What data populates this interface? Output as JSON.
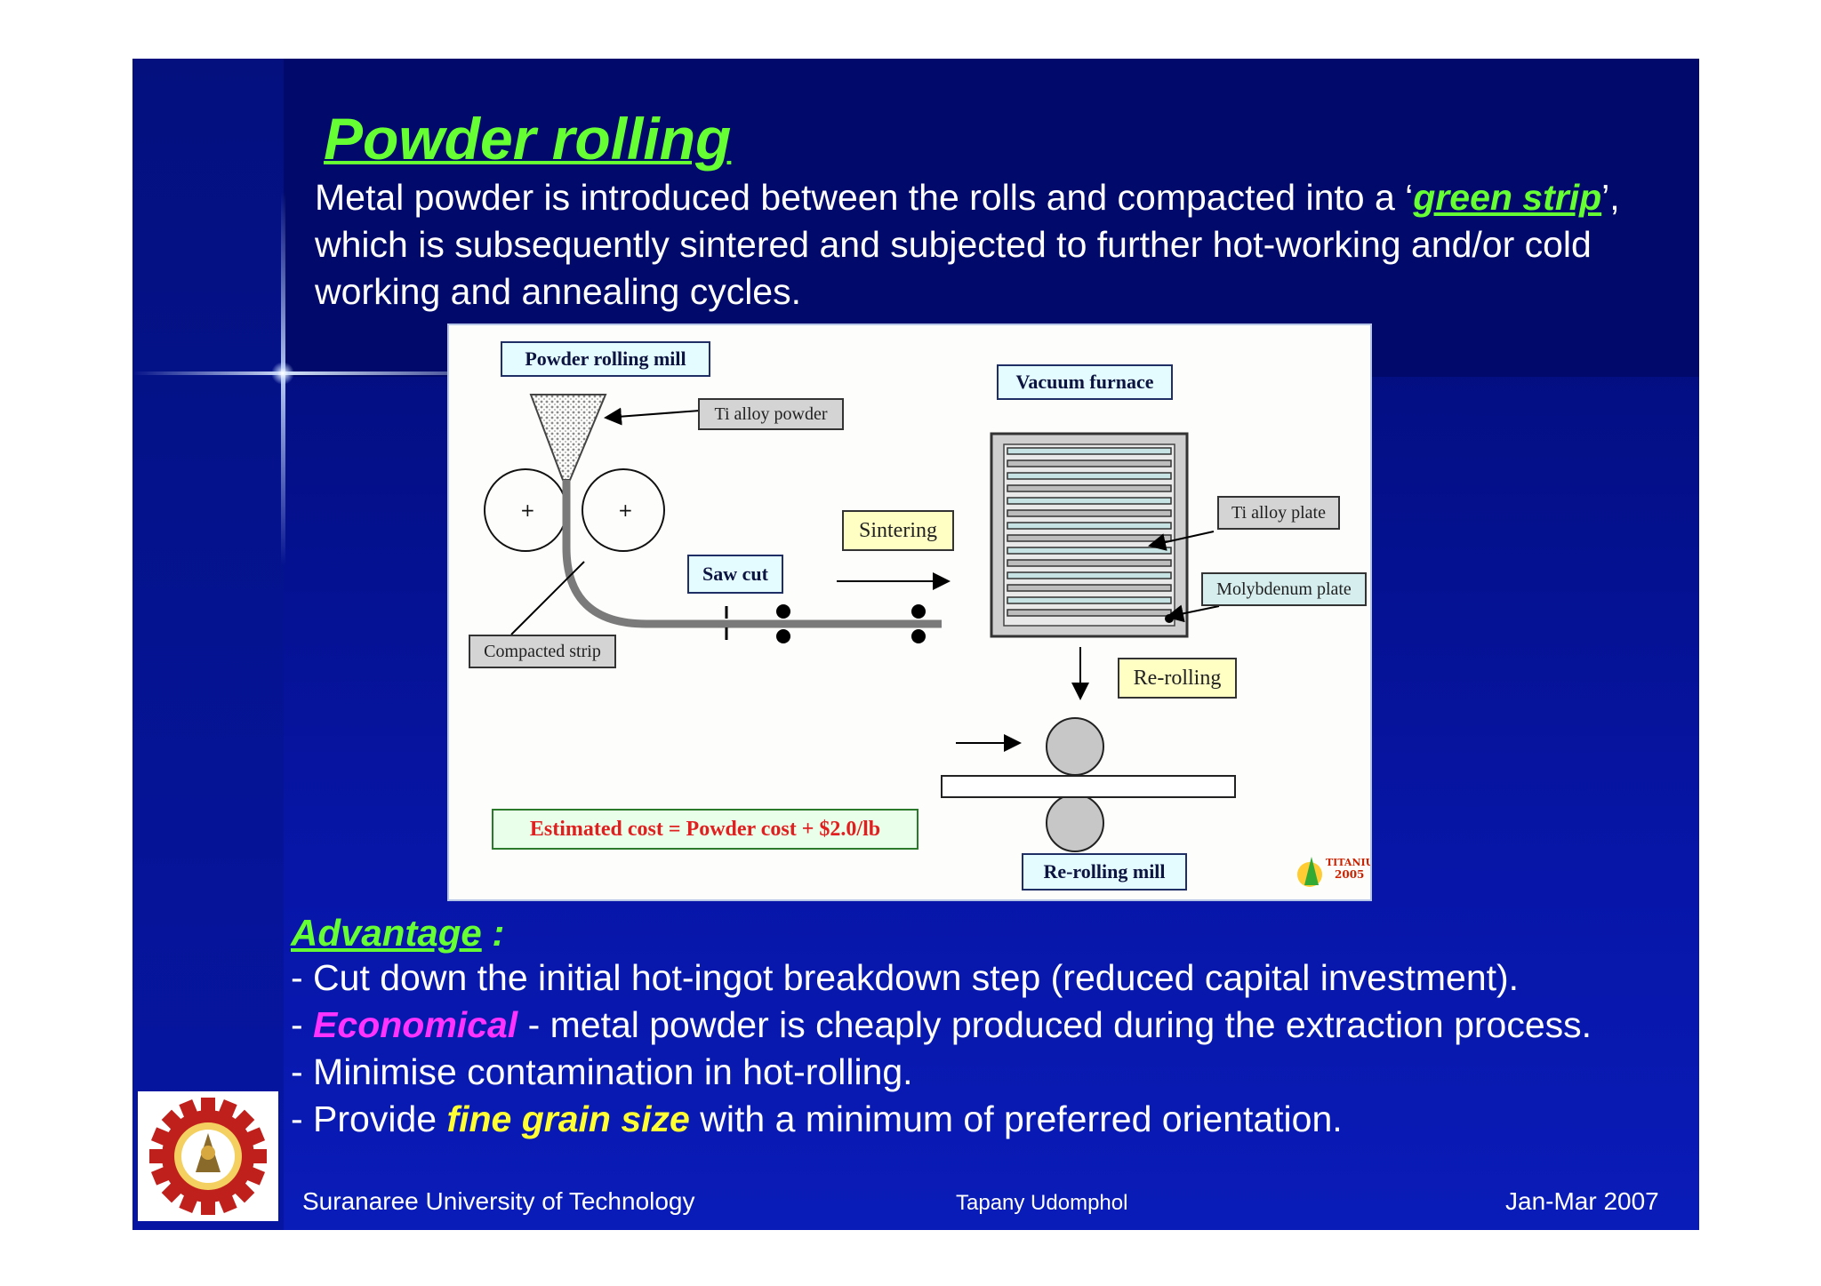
{
  "slide": {
    "title": "Powder rolling",
    "intro": {
      "part1": "Metal powder is introduced between the rolls and compacted into a ‘",
      "highlight": "green strip",
      "part2": "’, which is subsequently sintered and subjected to further hot-working and/or cold working and annealing cycles."
    }
  },
  "diagram": {
    "labels": {
      "powder_rolling_mill": "Powder rolling mill",
      "ti_alloy_powder": "Ti alloy powder",
      "vacuum_furnace": "Vacuum furnace",
      "sintering": "Sintering",
      "saw_cut": "Saw cut",
      "ti_alloy_plate": "Ti alloy plate",
      "molybdenum_plate": "Molybdenum plate",
      "compacted_strip": "Compacted strip",
      "re_rolling": "Re-rolling",
      "estimated_cost": "Estimated cost = Powder cost + $2.0/lb",
      "re_rolling_mill": "Re-rolling mill"
    },
    "watermark": {
      "line1": "TITANIUM",
      "line2": "2005"
    }
  },
  "advantage": {
    "heading": "Advantage",
    "colon": " :",
    "items": {
      "b1": "- Cut down the initial hot-ingot breakdown step (reduced capital investment).",
      "b2_pre": "- ",
      "b2_hl": "Economical",
      "b2_post": " - metal powder is cheaply produced during the extraction process.",
      "b3": "- Minimise contamination in hot-rolling.",
      "b4_pre": "- Provide ",
      "b4_hl": "fine grain size",
      "b4_post": " with a minimum of preferred orientation."
    }
  },
  "footer": {
    "university": "Suranaree University of Technology",
    "author": "Tapany  Udomphol",
    "date": "Jan-Mar   2007"
  },
  "colors": {
    "title_green": "#66ff33",
    "economical_magenta": "#ff33ff",
    "fine_grain_yellow": "#ffff33",
    "slide_bg": "#030f85"
  }
}
